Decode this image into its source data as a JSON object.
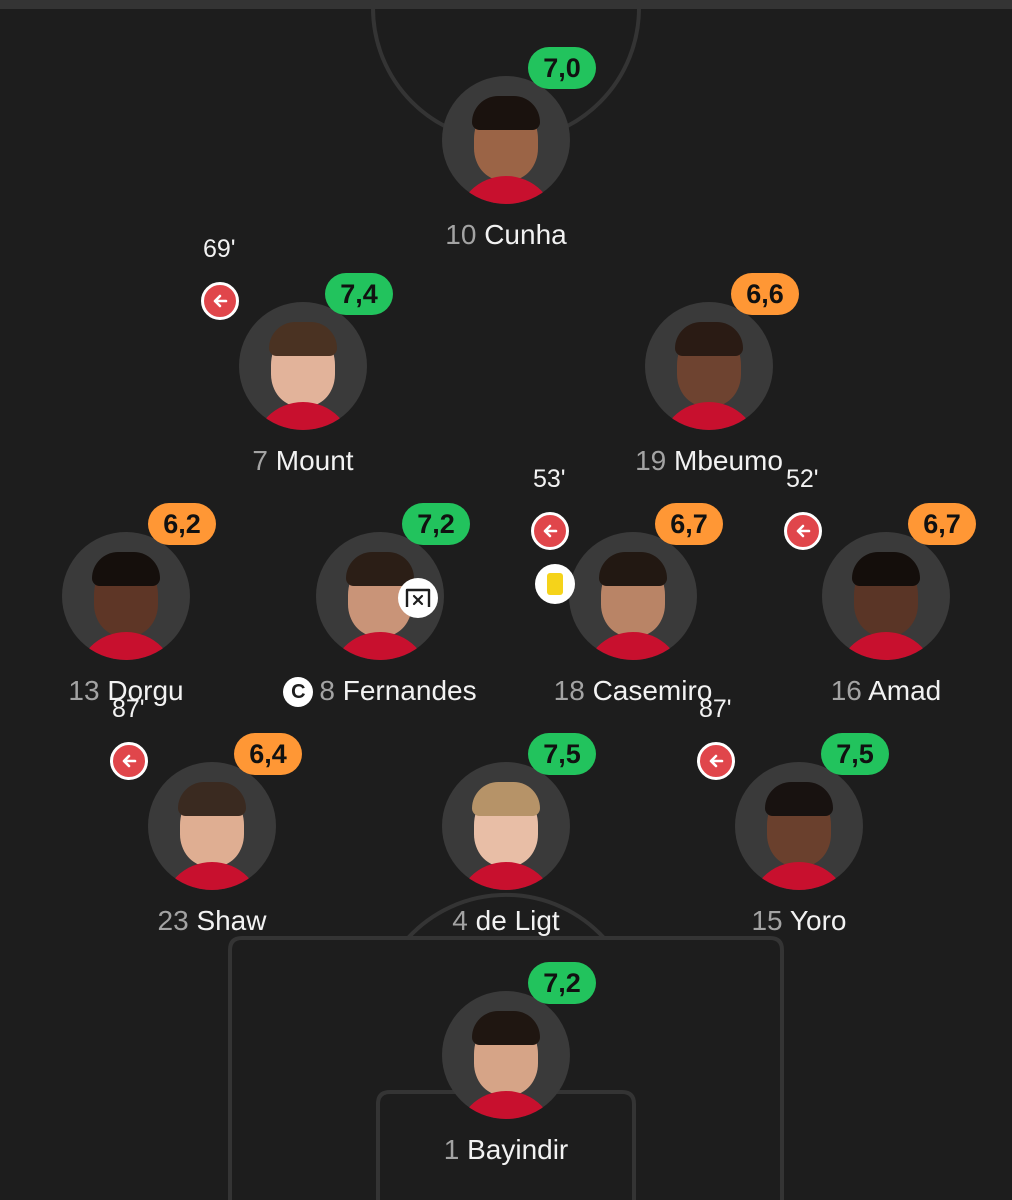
{
  "captain_letter": "C",
  "colors": {
    "background": "#1d1d1d",
    "pitch_lines": "#343434",
    "rating_green": "#22c35d",
    "rating_orange": "#ff9735",
    "sub_off": "#e0464b",
    "yellow_card": "#f5d31a"
  },
  "players": [
    {
      "number": "10",
      "name": "Cunha",
      "rating": "7,0",
      "rating_color": "green"
    },
    {
      "number": "7",
      "name": "Mount",
      "rating": "7,4",
      "rating_color": "green",
      "sub_minute": "69'",
      "icon": "substitution-out-icon"
    },
    {
      "number": "19",
      "name": "Mbeumo",
      "rating": "6,6",
      "rating_color": "orange"
    },
    {
      "number": "13",
      "name": "Dorgu",
      "rating": "6,2",
      "rating_color": "orange"
    },
    {
      "number": "8",
      "name": "Fernandes",
      "rating": "7,2",
      "rating_color": "green",
      "captain": true,
      "event_icon": "missed-chance-icon"
    },
    {
      "number": "18",
      "name": "Casemiro",
      "rating": "6,7",
      "rating_color": "orange",
      "sub_minute": "53'",
      "card": "yellow"
    },
    {
      "number": "16",
      "name": "Amad",
      "rating": "6,7",
      "rating_color": "orange",
      "sub_minute": "52'"
    },
    {
      "number": "23",
      "name": "Shaw",
      "rating": "6,4",
      "rating_color": "orange",
      "sub_minute": "87'"
    },
    {
      "number": "4",
      "name": "de Ligt",
      "rating": "7,5",
      "rating_color": "green"
    },
    {
      "number": "15",
      "name": "Yoro",
      "rating": "7,5",
      "rating_color": "green",
      "sub_minute": "87'"
    },
    {
      "number": "1",
      "name": "Bayindir",
      "rating": "7,2",
      "rating_color": "green"
    }
  ]
}
